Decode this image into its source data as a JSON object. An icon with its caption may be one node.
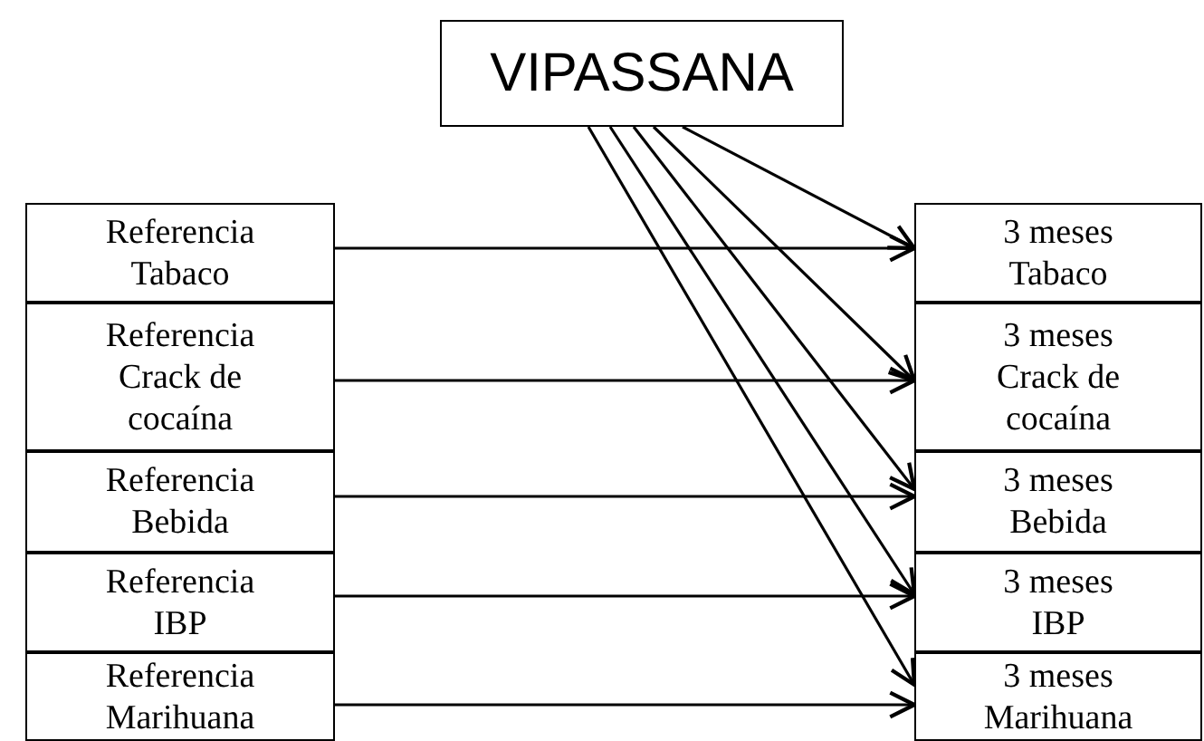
{
  "diagram": {
    "nodes": [
      {
        "text": [
          "VIPASSANA"
        ]
      },
      {
        "text": [
          "Referencia Tabaco"
        ]
      },
      {
        "text": [
          "Referencia Crack de cocaína"
        ]
      },
      {
        "text": [
          "Referencia Bebida"
        ]
      },
      {
        "text": [
          "Referencia IBP"
        ]
      },
      {
        "text": [
          "Referencia Marihuana"
        ]
      },
      {
        "text": [
          "3 meses Tabaco"
        ]
      },
      {
        "text": [
          "3 meses Crack de cocaína"
        ]
      },
      {
        "text": [
          "3 meses Bebida"
        ]
      },
      {
        "text": [
          "3 meses IBP"
        ]
      },
      {
        "text": [
          "3 meses Marihuana"
        ]
      }
    ],
    "edges": [
      {
        "from": 1,
        "to": 6,
        "arrow": "to"
      },
      {
        "from": 2,
        "to": 7,
        "arrow": "to"
      },
      {
        "from": 3,
        "to": 8,
        "arrow": "to"
      },
      {
        "from": 4,
        "to": 9,
        "arrow": "to"
      },
      {
        "from": 5,
        "to": 10,
        "arrow": "to"
      },
      {
        "from": 0,
        "to": 6,
        "arrow": "to"
      },
      {
        "from": 0,
        "to": 7,
        "arrow": "to"
      },
      {
        "from": 0,
        "to": 8,
        "arrow": "to"
      },
      {
        "from": 0,
        "to": 9,
        "arrow": "to"
      },
      {
        "from": 0,
        "to": 10,
        "arrow": "to"
      }
    ]
  }
}
